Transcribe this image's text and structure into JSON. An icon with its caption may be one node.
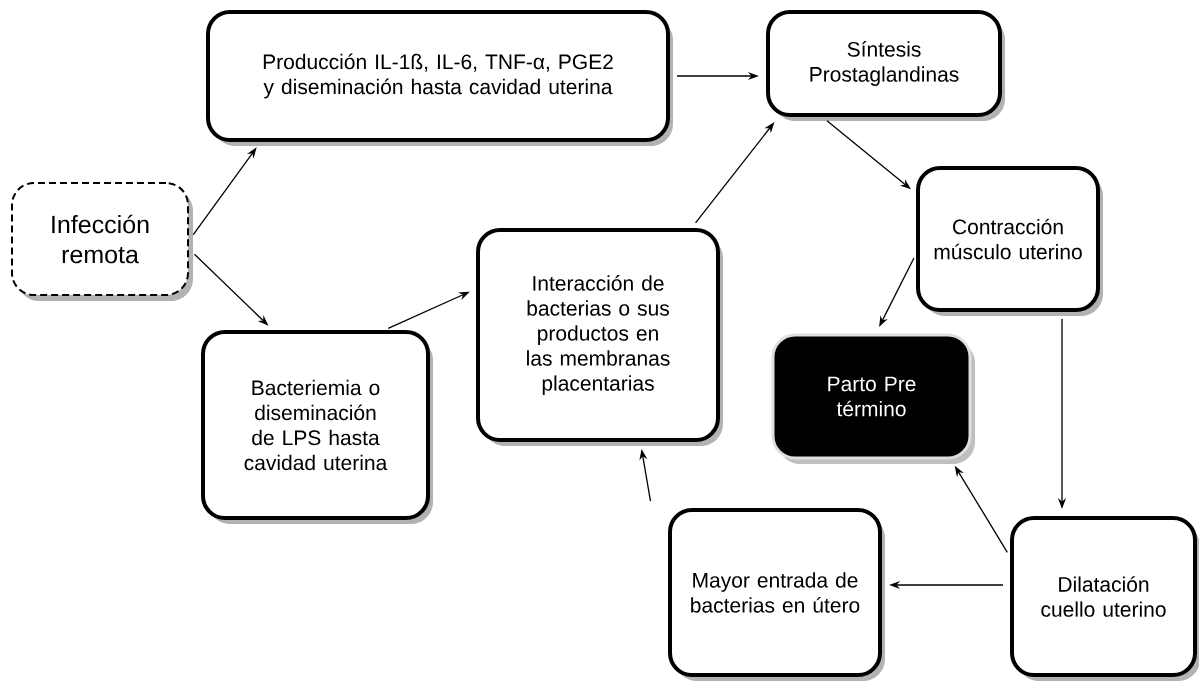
{
  "diagram": {
    "nodes": [
      {
        "text": [
          "Infección remota"
        ]
      },
      {
        "text": [
          "Producción  IL-1ß, IL-6, TNF-α, PGE2  y diseminación hasta cavidad uterina"
        ]
      },
      {
        "text": [
          "Síntesis Prostaglandinas"
        ]
      },
      {
        "text": [
          "Bacteriemia o diseminación de LPS hasta cavidad uterina"
        ]
      },
      {
        "text": [
          "Interacción de bacterias o sus productos en las membranas placentarias"
        ]
      },
      {
        "text": [
          "Contracción músculo uterino"
        ]
      },
      {
        "text": [
          "Parto Pre término"
        ]
      },
      {
        "text": [
          "Mayor entrada de bacterias en útero"
        ]
      },
      {
        "text": [
          "Dilatación cuello uterino"
        ]
      }
    ],
    "edges": [
      {
        "from": 0,
        "to": 1,
        "arrow": "to"
      },
      {
        "from": 0,
        "to": 3,
        "arrow": "to"
      },
      {
        "from": 1,
        "to": 2,
        "arrow": "to"
      },
      {
        "from": 3,
        "to": 4,
        "arrow": "to"
      },
      {
        "from": 4,
        "to": 2,
        "arrow": "to"
      },
      {
        "from": 2,
        "to": 5,
        "arrow": "to"
      },
      {
        "from": 5,
        "to": 6,
        "arrow": "to"
      },
      {
        "from": 5,
        "to": 8,
        "arrow": "to"
      },
      {
        "from": 8,
        "to": 6,
        "arrow": "to"
      },
      {
        "from": 8,
        "to": 7,
        "arrow": "to"
      },
      {
        "from": 7,
        "to": 4,
        "arrow": "to"
      }
    ]
  }
}
